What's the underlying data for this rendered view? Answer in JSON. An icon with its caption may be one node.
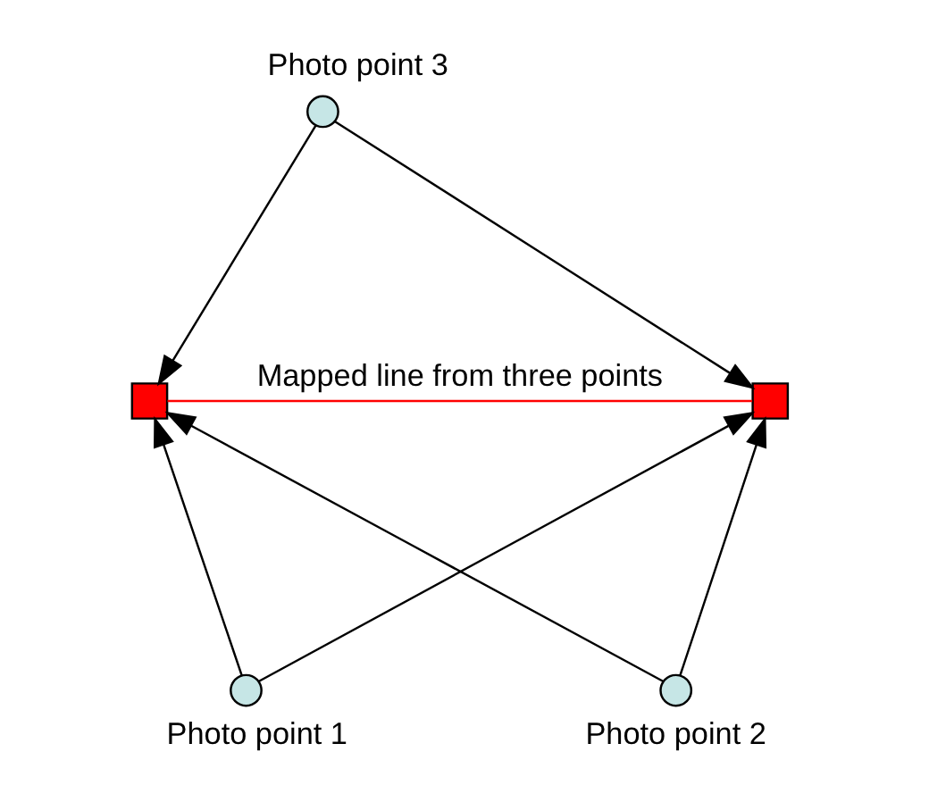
{
  "diagram": {
    "nodes": [
      {
        "text": [
          "Photo point 3"
        ]
      },
      {
        "text": [],
        "shape": "box"
      },
      {
        "text": [],
        "shape": "box"
      },
      {
        "text": [
          "Photo point 1"
        ]
      },
      {
        "text": [
          "Photo point 2"
        ]
      }
    ],
    "edges": [
      {
        "from": 0,
        "to": 1,
        "arrow": "to"
      },
      {
        "from": 0,
        "to": 2,
        "arrow": "to"
      },
      {
        "from": 3,
        "to": 1,
        "arrow": "to"
      },
      {
        "from": 3,
        "to": 2,
        "arrow": "to"
      },
      {
        "from": 4,
        "to": 1,
        "arrow": "to"
      },
      {
        "from": 4,
        "to": 2,
        "arrow": "to"
      },
      {
        "from": 1,
        "to": 2,
        "arrow": "none",
        "label": "Mapped line from three points",
        "color": "#ff0000"
      }
    ]
  }
}
